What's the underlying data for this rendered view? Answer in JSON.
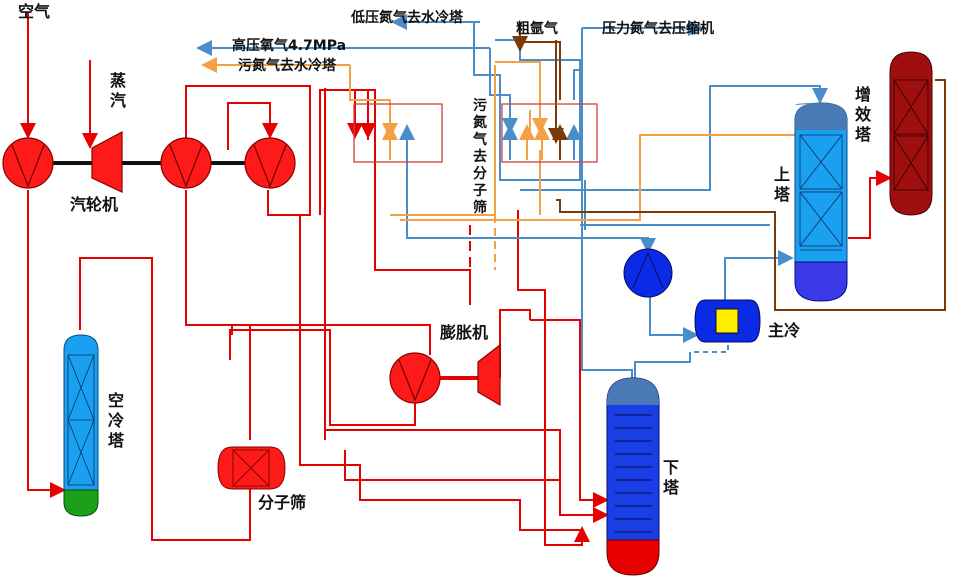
{
  "labels": {
    "air": "空气",
    "steam": "蒸汽",
    "turbine": "汽轮机",
    "air_cooling_tower": "空冷塔",
    "mol_sieve": "分子筛",
    "expander": "膨胀机",
    "main_condenser": "主冷",
    "upper_column": "上塔",
    "lower_column": "下塔",
    "booster_column": "增效塔",
    "lp_nitrogen": "低压氮气去水冷塔",
    "crude_argon": "粗氩气",
    "pressure_nitrogen": "压力氮气去压缩机",
    "hp_oxygen": "高压氧气4.7MPa",
    "waste_n2_water": "污氮气去水冷塔",
    "waste_n2_sieve": "污氮气去分子筛"
  },
  "colors": {
    "air_line": "#e60000",
    "nitrogen_line": "#4a8ec9",
    "waste_line": "#f3a046",
    "argon_line": "#7a3a0a",
    "hx_border": "#d0403a",
    "compressor_fill": "#ff1a1a",
    "column_blue": "#1aa0f0",
    "lower_column_blue": "#1a3ee6",
    "booster_column": "#a00f0f",
    "sump_green": "#1aa01a",
    "pump_blue": "#0a2ae6"
  }
}
